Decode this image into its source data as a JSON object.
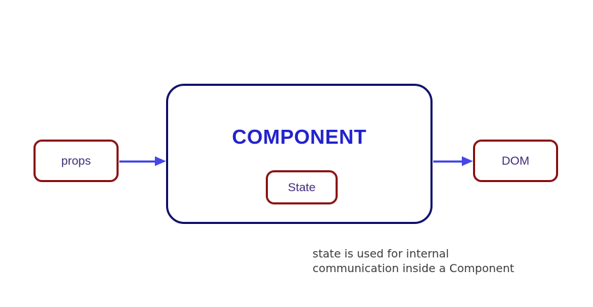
{
  "diagram": {
    "nodes": {
      "props": {
        "label": "props"
      },
      "component": {
        "title": "COMPONENT"
      },
      "state": {
        "label": "State"
      },
      "dom": {
        "label": "DOM"
      }
    },
    "arrows": [
      {
        "name": "props-to-component",
        "direction": "right"
      },
      {
        "name": "component-to-dom",
        "direction": "right"
      }
    ],
    "caption": {
      "line1": "state is used for internal",
      "line2": "communication inside a Component"
    }
  },
  "colors": {
    "background": "#ffffff",
    "red-border": "#8b1313",
    "navy-border": "#11116b",
    "component-title": "#2222cc",
    "node-label": "#3f2b7a",
    "arrow": "#4646e8",
    "caption-text": "#3a3a3a"
  }
}
